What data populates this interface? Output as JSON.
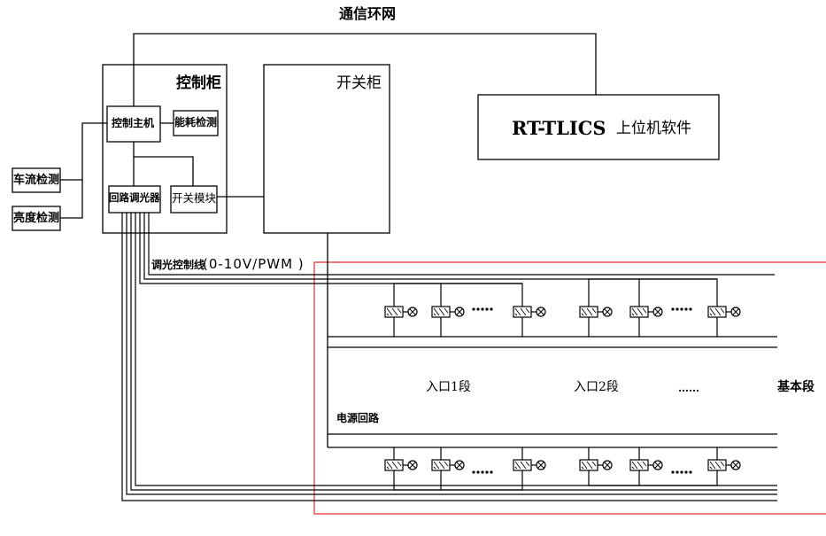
{
  "labels": {
    "comm_ring": "通信环网",
    "control_cabinet": "控制柜",
    "switch_cabinet": "开关柜",
    "software_prefix": "RT-TLICS",
    "software_suffix": "上位机软件",
    "control_host": "控制主机",
    "energy_detect": "能耗检测",
    "loop_dimmer": "回路调光器",
    "switch_module": "开关模块",
    "traffic_detect": "车流检测",
    "brightness_detect": "亮度检测",
    "dimming_line_cn": "调光控制线",
    "dimming_line_spec": "(0-10V/PWM )",
    "entrance1": "入口1段",
    "entrance2": "入口2段",
    "ellipsis_mid": "……",
    "basic_section": "基本段",
    "power_loop": "电源回路"
  },
  "colors": {
    "line": "#000000",
    "zone_border": "#e0302c"
  },
  "icons": {
    "driver": "lamp-driver-icon",
    "lamp": "lamp-icon",
    "dots": "ellipsis-dots"
  }
}
